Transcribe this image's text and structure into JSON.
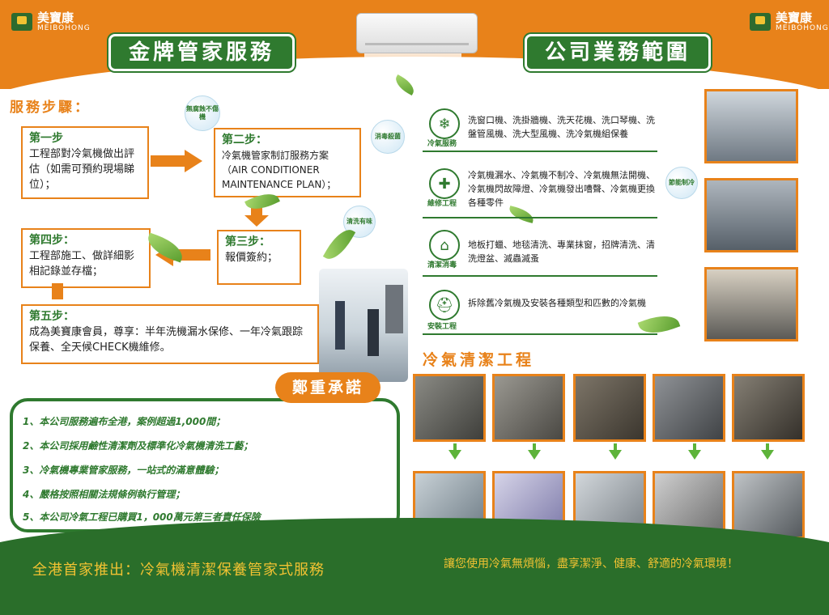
{
  "logo": {
    "zh": "美寶康",
    "en": "MEIBOHONG"
  },
  "left_banner": "金牌管家服務",
  "right_banner": "公司業務範圍",
  "steps_title": "服務步驟：",
  "steps": [
    {
      "heading": "第一步",
      "body": "工程部對冷氣機做出評估（如需可預約現場睇位）；"
    },
    {
      "heading": "第二步：",
      "body": "冷氣機管家制訂服務方案（AIR CONDITIONER MAINTENANCE PLAN）；"
    },
    {
      "heading": "第三步：",
      "body": "報價簽約；"
    },
    {
      "heading": "第四步：",
      "body": "工程部施工、做詳細影相記錄並存檔；"
    },
    {
      "heading": "第五步：",
      "body": "成為美寶康會員，尊享：半年洗機漏水保修、一年冷氣跟踪保養、全天候CHECK機維修。"
    }
  ],
  "bubbles": [
    "無腐蝕不傷機",
    "消毒殺菌",
    "清洗有味",
    "節能制冷"
  ],
  "promise_tag": "鄭重承諾",
  "promises": [
    "1、本公司服務遍布全港，案例超過1,000間；",
    "2、本公司採用鹼性清潔劑及標準化冷氣機清洗工藝；",
    "3、冷氣機專業管家服務，一站式的滿意體驗；",
    "4、嚴格按照相關法規條例執行管理；",
    "5、本公司冷氣工程已購買1，000萬元第三者責任保險"
  ],
  "services": [
    {
      "icon": "aircon-icon",
      "label": "冷氣服務",
      "text": "洗窗口機、洗掛牆機、洗天花機、洗口琴機、洗盤管風機、洗大型風機、洗冷氣機組保養"
    },
    {
      "icon": "wrench-icon",
      "label": "維修工程",
      "text": "冷氣機漏水、冷氣機不制冷、冷氣機無法開機、冷氣機閃故障燈、冷氣機發出嘈聲、冷氣機更換各種零件"
    },
    {
      "icon": "house-icon",
      "label": "清潔消毒",
      "text": "地板打蠟、地毯清洗、專業抹窗，招牌清洗、清洗燈盆、滅蟲滅蚤"
    },
    {
      "icon": "helmet-icon",
      "label": "安裝工程",
      "text": "拆除舊冷氣機及安裝各種類型和匹數的冷氣機"
    }
  ],
  "clean_title": "冷氣清潔工程",
  "bottom_left": "全港首家推出：冷氣機清潔保養管家式服務",
  "bottom_right": "讓您使用冷氣無煩惱，盡享潔淨、健康、舒適的冷氣環境！",
  "colors": {
    "orange": "#e8821a",
    "green": "#2f7a2f",
    "gold": "#f1c232",
    "leaf": "#5db33a"
  }
}
